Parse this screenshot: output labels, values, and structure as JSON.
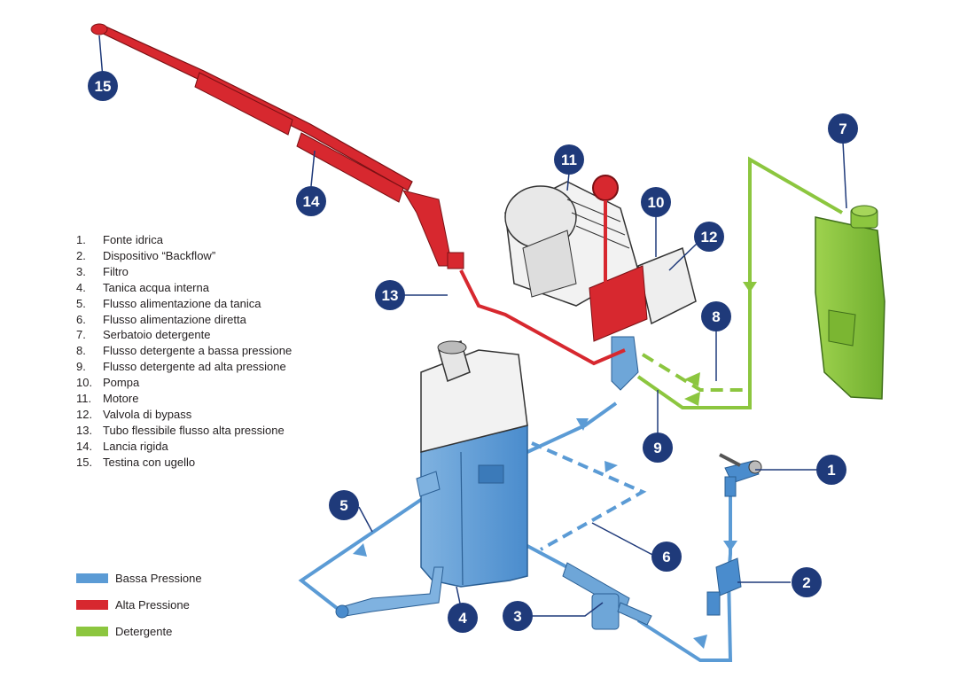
{
  "components": [
    {
      "num": "1.",
      "label": "Fonte idrica"
    },
    {
      "num": "2.",
      "label": "Dispositivo “Backflow”"
    },
    {
      "num": "3.",
      "label": "Filtro"
    },
    {
      "num": "4.",
      "label": "Tanica acqua interna"
    },
    {
      "num": "5.",
      "label": "Flusso alimentazione da tanica"
    },
    {
      "num": "6.",
      "label": "Flusso alimentazione diretta"
    },
    {
      "num": "7.",
      "label": "Serbatoio detergente"
    },
    {
      "num": "8.",
      "label": "Flusso detergente a bassa pressione"
    },
    {
      "num": "9.",
      "label": "Flusso detergente ad alta pressione"
    },
    {
      "num": "10.",
      "label": "Pompa"
    },
    {
      "num": "11.",
      "label": "Motore"
    },
    {
      "num": "12.",
      "label": "Valvola di bypass"
    },
    {
      "num": "13.",
      "label": "Tubo flessibile flusso alta pressione"
    },
    {
      "num": "14.",
      "label": "Lancia rigida"
    },
    {
      "num": "15.",
      "label": "Testina con ugello"
    }
  ],
  "flow_key": [
    {
      "label": "Bassa Pressione",
      "color": "#5b9bd5"
    },
    {
      "label": "Alta Pressione",
      "color": "#d7282f"
    },
    {
      "label": "Detergente",
      "color": "#8cc63f"
    }
  ],
  "badges": [
    "1",
    "2",
    "3",
    "4",
    "5",
    "6",
    "7",
    "8",
    "9",
    "10",
    "11",
    "12",
    "13",
    "14",
    "15"
  ],
  "colors": {
    "badge": "#1f3a7a",
    "low": "#5b9bd5",
    "high": "#d7282f",
    "detergent": "#8cc63f",
    "leader": "#1f3a7a"
  }
}
